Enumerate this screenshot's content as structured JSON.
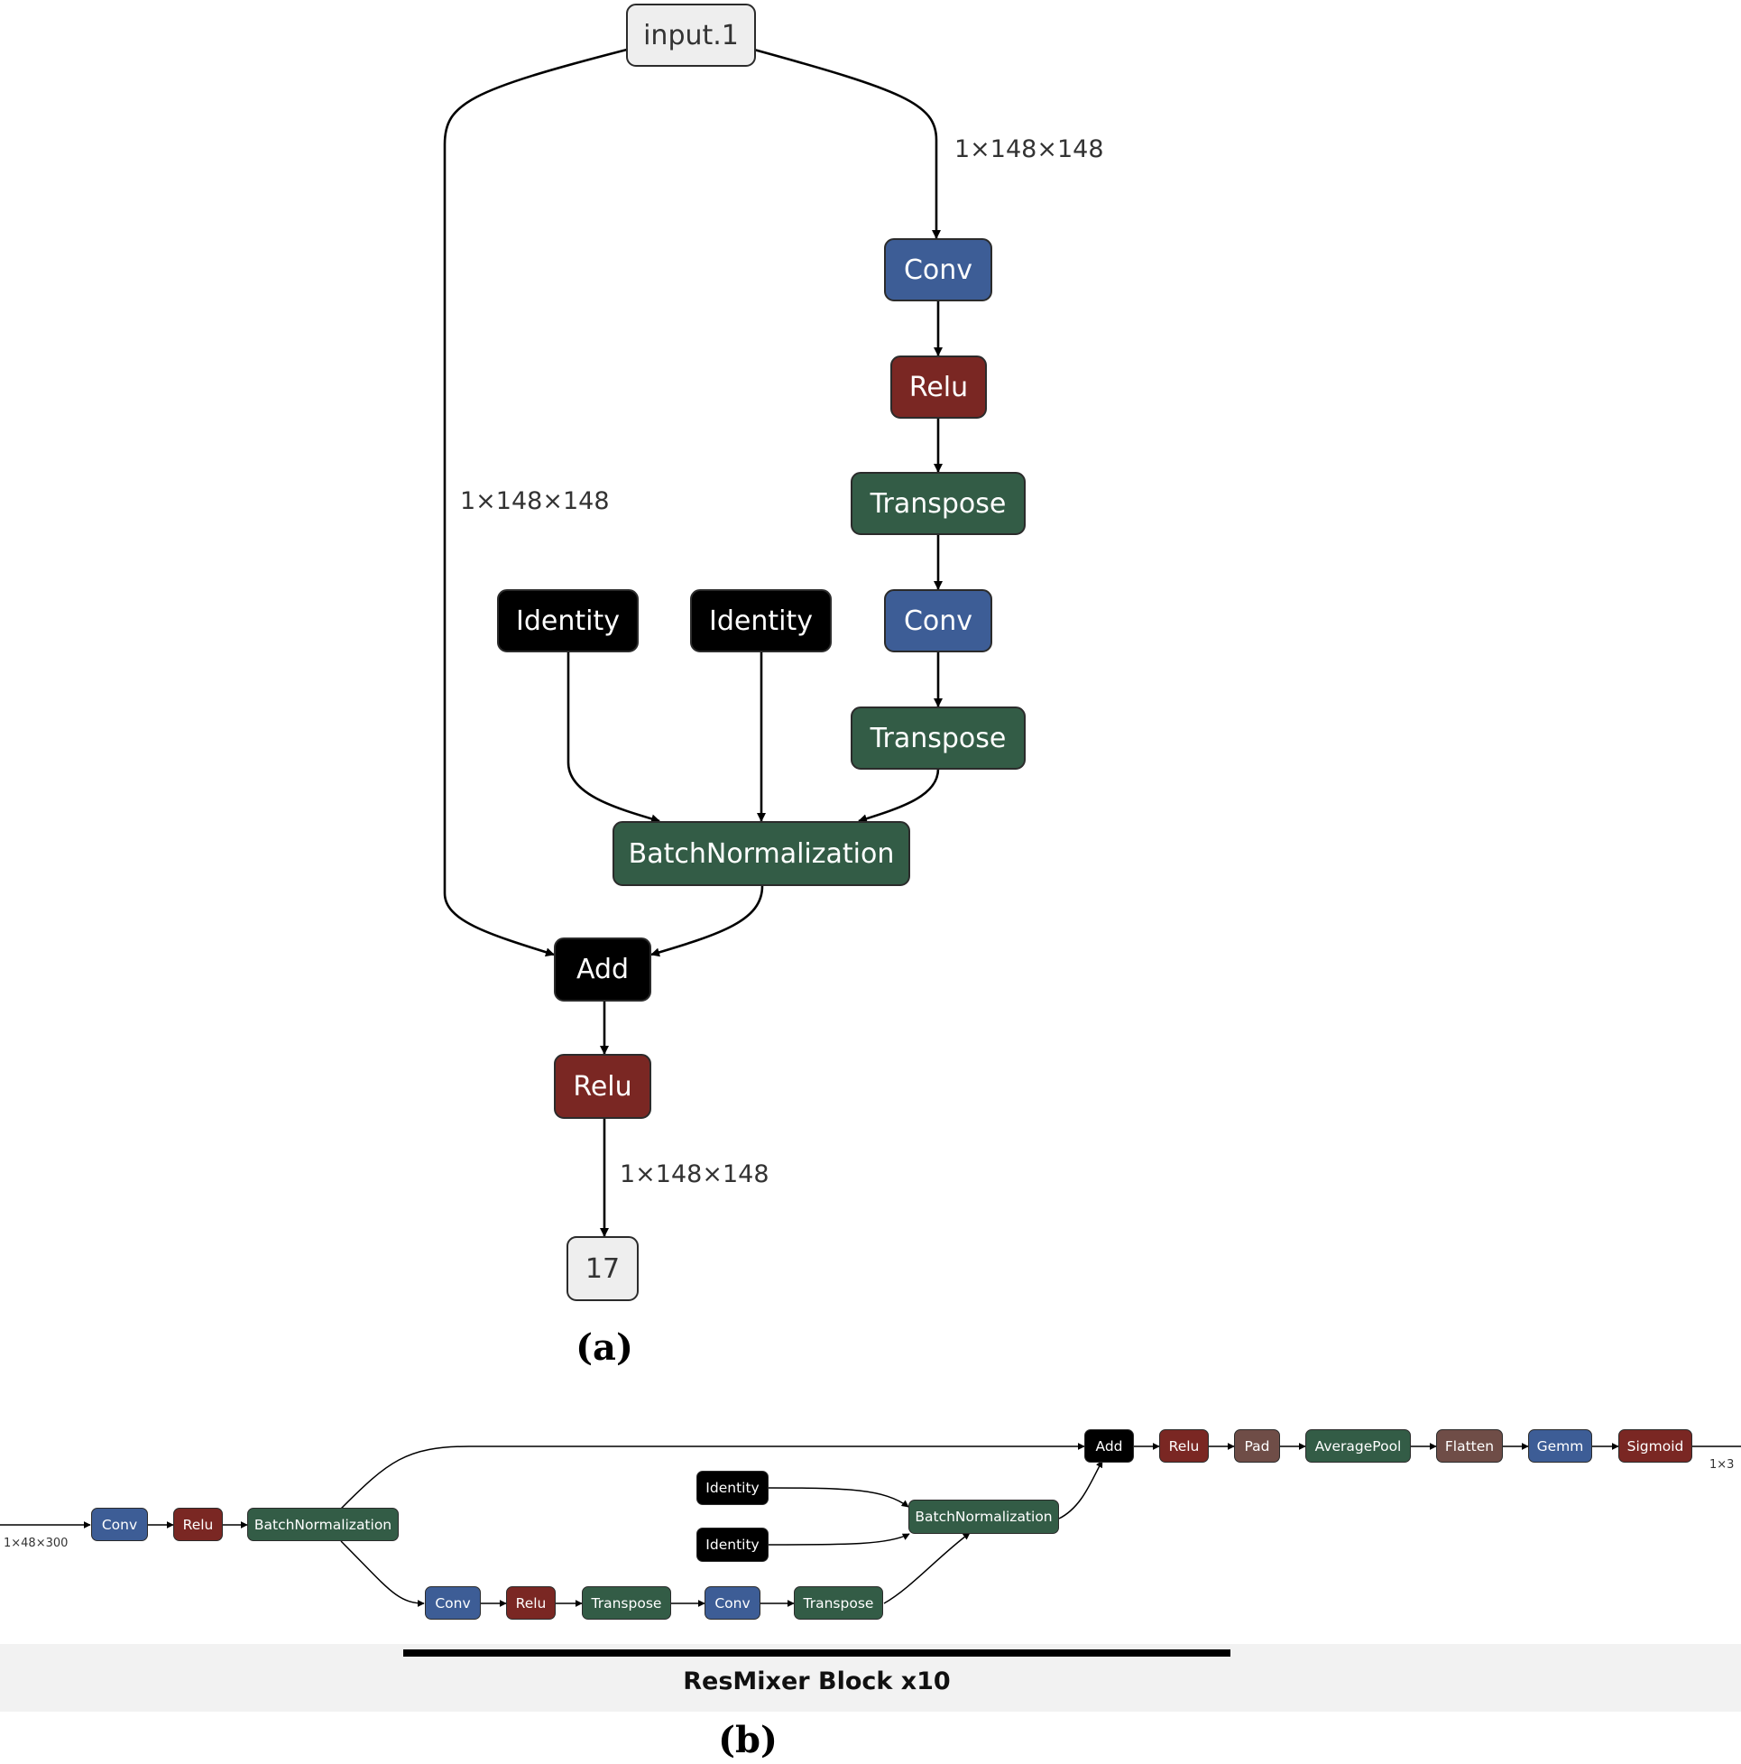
{
  "panel_a": {
    "caption": "(a)",
    "nodes": {
      "input": "input.1",
      "conv1": "Conv",
      "relu1": "Relu",
      "transpose1": "Transpose",
      "identity1": "Identity",
      "identity2": "Identity",
      "conv2": "Conv",
      "transpose2": "Transpose",
      "batchnorm": "BatchNormalization",
      "add": "Add",
      "relu2": "Relu",
      "output": "17"
    },
    "shapes": {
      "input_to_conv": "1×148×148",
      "skip": "1×148×148",
      "relu_to_output": "1×148×148"
    }
  },
  "panel_b": {
    "caption": "(b)",
    "input_shape": "1×48×300",
    "output_shape": "1×3",
    "nodes": {
      "conv1": "Conv",
      "relu1": "Relu",
      "batchnorm1": "BatchNormalization",
      "identity1": "Identity",
      "identity2": "Identity",
      "conv2": "Conv",
      "relu2": "Relu",
      "transpose1": "Transpose",
      "conv3": "Conv",
      "transpose2": "Transpose",
      "batchnorm2": "BatchNormalization",
      "add": "Add",
      "relu3": "Relu",
      "pad": "Pad",
      "averagepool": "AveragePool",
      "flatten": "Flatten",
      "gemm": "Gemm",
      "sigmoid": "Sigmoid"
    },
    "block_label": "ResMixer Block x10"
  },
  "colors": {
    "conv": "#3d5d96",
    "relu": "#7a2723",
    "green_ops": "#335c46",
    "identity_add": "#000000",
    "pad_flatten": "#6f4d47",
    "io_node": "#eeeeee"
  }
}
